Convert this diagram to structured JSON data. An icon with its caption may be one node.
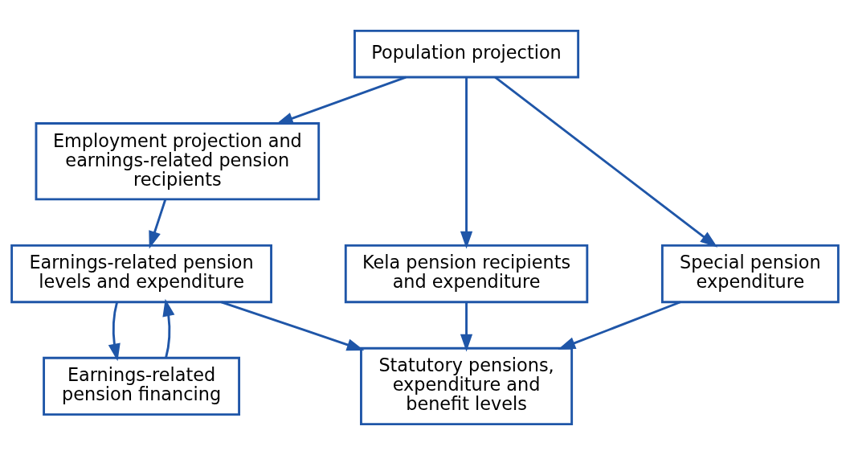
{
  "diagram": {
    "nodes": [
      {
        "text": [
          "Population projection"
        ]
      },
      {
        "text": [
          "Employment projection and earnings-related pension recipients"
        ]
      },
      {
        "text": [
          "Kela pension recipients and expenditure"
        ]
      },
      {
        "text": [
          "Earnings-related pension levels and expenditure"
        ]
      },
      {
        "text": [
          "Special pension expenditure"
        ]
      },
      {
        "text": [
          "Earnings-related pension financing"
        ]
      },
      {
        "text": [
          "Statutory pensions, expenditure and benefit levels"
        ]
      }
    ],
    "edges": [
      {
        "from": 0,
        "to": 1,
        "arrow": "to"
      },
      {
        "from": 0,
        "to": 2,
        "arrow": "to"
      },
      {
        "from": 0,
        "to": 4,
        "arrow": "to"
      },
      {
        "from": 1,
        "to": 3,
        "arrow": "to"
      },
      {
        "from": 3,
        "to": 5,
        "arrow": "to"
      },
      {
        "from": 5,
        "to": 3,
        "arrow": "to"
      },
      {
        "from": 3,
        "to": 6,
        "arrow": "to"
      },
      {
        "from": 2,
        "to": 6,
        "arrow": "to"
      },
      {
        "from": 4,
        "to": 6,
        "arrow": "to"
      }
    ]
  }
}
